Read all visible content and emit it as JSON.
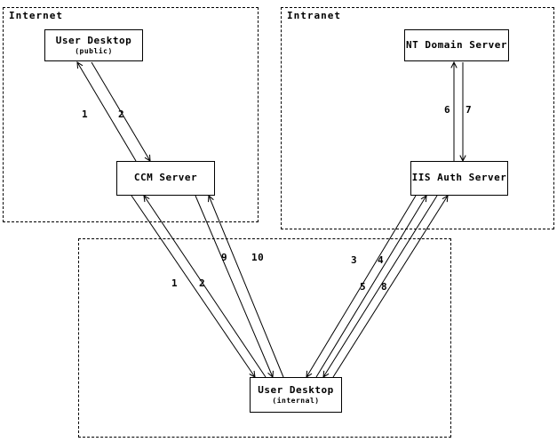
{
  "diagram": {
    "zones": {
      "internet": {
        "label": "Internet"
      },
      "intranet": {
        "label": "Intranet"
      }
    },
    "nodes": {
      "user_desktop_public": {
        "title": "User Desktop",
        "subtitle": "(public)"
      },
      "ccm_server": {
        "title": "CCM Server"
      },
      "nt_domain_server": {
        "title": "NT Domain Server"
      },
      "iis_auth_server": {
        "title": "IIS Auth Server"
      },
      "user_desktop_internal": {
        "title": "User Desktop",
        "subtitle": "(internal)"
      }
    },
    "edge_labels": {
      "public_ccm_1": "1",
      "public_ccm_2": "2",
      "nt_iis_6": "6",
      "nt_iis_7": "7",
      "ccm_internal_1": "1",
      "ccm_internal_2": "2",
      "ccm_internal_9": "9",
      "ccm_internal_10": "10",
      "iis_internal_3": "3",
      "iis_internal_4": "4",
      "iis_internal_5": "5",
      "iis_internal_8": "8"
    },
    "colors": {
      "line": "#000000",
      "background": "#ffffff",
      "text": "#000000"
    }
  }
}
